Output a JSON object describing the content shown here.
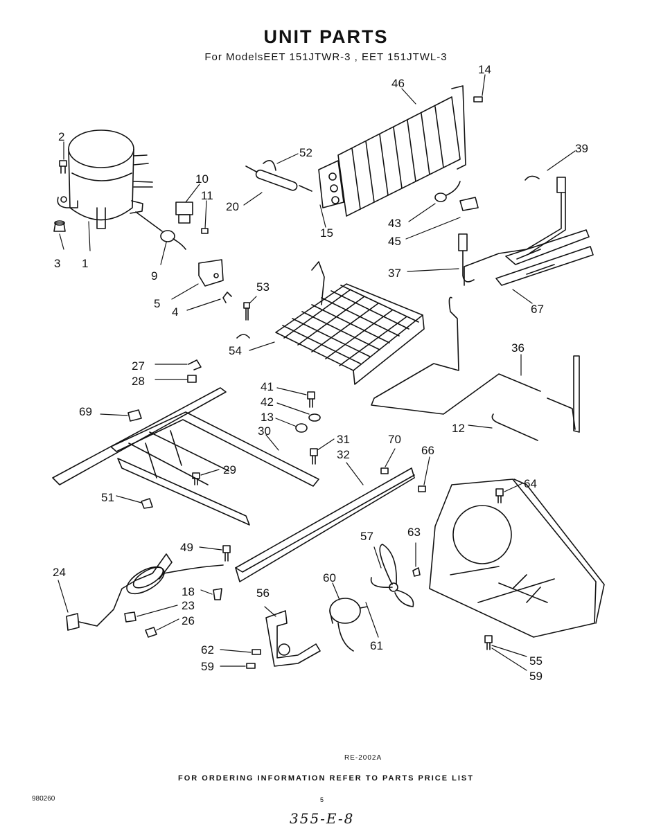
{
  "title": "UNIT PARTS",
  "subtitle": "For ModelsEET 151JTWR-3   , EET 151JTWL-3",
  "reference_code": "RE-2002A",
  "footer_note": "FOR ORDERING INFORMATION REFER TO PARTS PRICE LIST",
  "document_code": "980260",
  "page_number": "5",
  "handwritten_note": "355-E-8",
  "callouts": [
    {
      "id": "c2",
      "label": "2"
    },
    {
      "id": "c3",
      "label": "3"
    },
    {
      "id": "c1",
      "label": "1"
    },
    {
      "id": "c9",
      "label": "9"
    },
    {
      "id": "c10",
      "label": "10"
    },
    {
      "id": "c11",
      "label": "11"
    },
    {
      "id": "c52",
      "label": "52"
    },
    {
      "id": "c20",
      "label": "20"
    },
    {
      "id": "c15",
      "label": "15"
    },
    {
      "id": "c46",
      "label": "46"
    },
    {
      "id": "c14",
      "label": "14"
    },
    {
      "id": "c39",
      "label": "39"
    },
    {
      "id": "c43",
      "label": "43"
    },
    {
      "id": "c45",
      "label": "45"
    },
    {
      "id": "c37",
      "label": "37"
    },
    {
      "id": "c67",
      "label": "67"
    },
    {
      "id": "c5",
      "label": "5"
    },
    {
      "id": "c4",
      "label": "4"
    },
    {
      "id": "c53",
      "label": "53"
    },
    {
      "id": "c54",
      "label": "54"
    },
    {
      "id": "c27",
      "label": "27"
    },
    {
      "id": "c28",
      "label": "28"
    },
    {
      "id": "c41",
      "label": "41"
    },
    {
      "id": "c42",
      "label": "42"
    },
    {
      "id": "c13",
      "label": "13"
    },
    {
      "id": "c36",
      "label": "36"
    },
    {
      "id": "c12",
      "label": "12"
    },
    {
      "id": "c69",
      "label": "69"
    },
    {
      "id": "c30",
      "label": "30"
    },
    {
      "id": "c31",
      "label": "31"
    },
    {
      "id": "c32",
      "label": "32"
    },
    {
      "id": "c70",
      "label": "70"
    },
    {
      "id": "c66",
      "label": "66"
    },
    {
      "id": "c29",
      "label": "29"
    },
    {
      "id": "c51",
      "label": "51"
    },
    {
      "id": "c64",
      "label": "64"
    },
    {
      "id": "c49",
      "label": "49"
    },
    {
      "id": "c24",
      "label": "24"
    },
    {
      "id": "c57",
      "label": "57"
    },
    {
      "id": "c63",
      "label": "63"
    },
    {
      "id": "c60",
      "label": "60"
    },
    {
      "id": "c18",
      "label": "18"
    },
    {
      "id": "c23",
      "label": "23"
    },
    {
      "id": "c26",
      "label": "26"
    },
    {
      "id": "c56",
      "label": "56"
    },
    {
      "id": "c61",
      "label": "61"
    },
    {
      "id": "c62",
      "label": "62"
    },
    {
      "id": "c59a",
      "label": "59"
    },
    {
      "id": "c55",
      "label": "55"
    },
    {
      "id": "c59b",
      "label": "59"
    }
  ]
}
